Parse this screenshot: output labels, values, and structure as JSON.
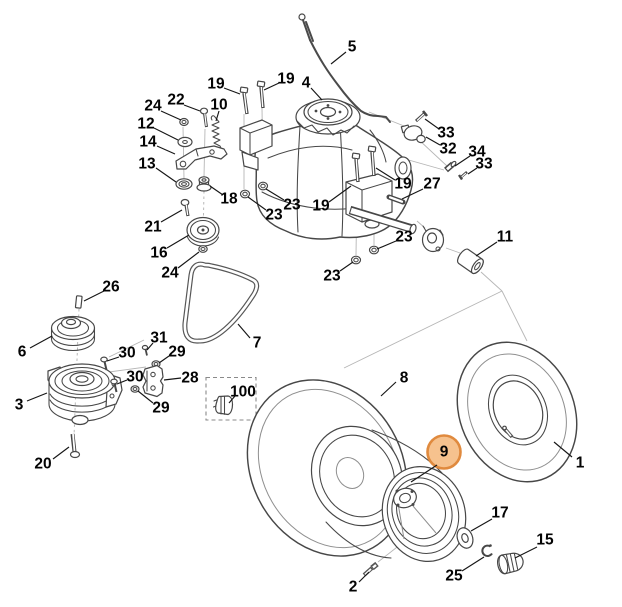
{
  "diagram": {
    "type": "exploded-parts-diagram",
    "background": "#ffffff",
    "line_color": "#474747",
    "label_color": "#040404"
  },
  "highlight": {
    "fill": "#f6c28e",
    "stroke": "#e08a3e"
  },
  "callouts": [
    {
      "text": "5"
    },
    {
      "text": "19"
    },
    {
      "text": "19"
    },
    {
      "text": "4"
    },
    {
      "text": "24"
    },
    {
      "text": "22"
    },
    {
      "text": "10"
    },
    {
      "text": "12"
    },
    {
      "text": "14"
    },
    {
      "text": "13"
    },
    {
      "text": "33"
    },
    {
      "text": "32"
    },
    {
      "text": "34"
    },
    {
      "text": "33"
    },
    {
      "text": "19"
    },
    {
      "text": "27"
    },
    {
      "text": "18"
    },
    {
      "text": "23"
    },
    {
      "text": "23"
    },
    {
      "text": "19"
    },
    {
      "text": "21"
    },
    {
      "text": "16"
    },
    {
      "text": "23"
    },
    {
      "text": "11"
    },
    {
      "text": "23"
    },
    {
      "text": "24"
    },
    {
      "text": "26"
    },
    {
      "text": "6"
    },
    {
      "text": "30"
    },
    {
      "text": "31"
    },
    {
      "text": "29"
    },
    {
      "text": "30"
    },
    {
      "text": "28"
    },
    {
      "text": "29"
    },
    {
      "text": "100"
    },
    {
      "text": "3"
    },
    {
      "text": "7"
    },
    {
      "text": "20"
    },
    {
      "text": "8"
    },
    {
      "text": "9",
      "highlighted": true
    },
    {
      "text": "1"
    },
    {
      "text": "17"
    },
    {
      "text": "15"
    },
    {
      "text": "25"
    },
    {
      "text": "2"
    }
  ]
}
